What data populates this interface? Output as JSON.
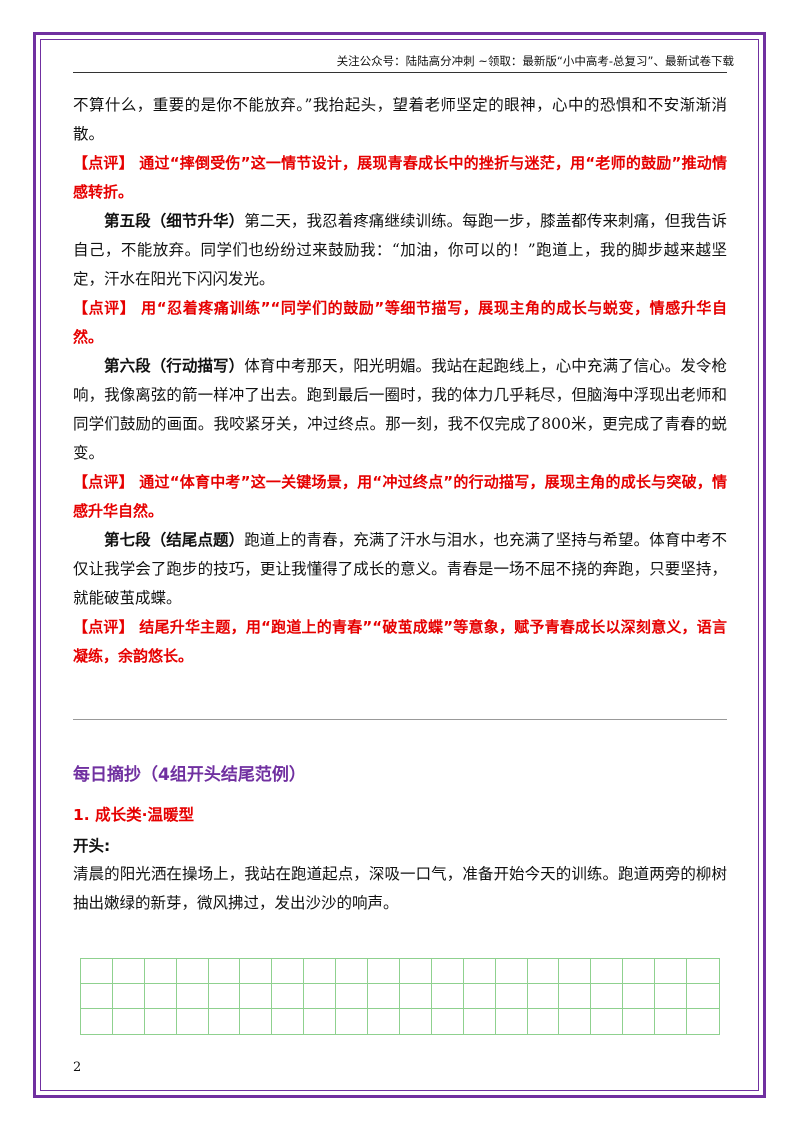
{
  "header": {
    "text": "关注公众号：陆陆高分冲刺  ~领取：最新版“小中高考-总复习”、最新试卷下载"
  },
  "body": {
    "p1": "不算什么，重要的是你不能放弃。”我抬起头，望着老师坚定的眼神，心中的恐惧和不安渐渐消散。",
    "c1": "【点评】 通过“摔倒受伤”这一情节设计，展现青春成长中的挫折与迷茫，用“老师的鼓励”推动情感转折。",
    "p2_lead": "第五段（细节升华）",
    "p2": "第二天，我忍着疼痛继续训练。每跑一步，膝盖都传来刺痛，但我告诉自己，不能放弃。同学们也纷纷过来鼓励我：“加油，你可以的！”跑道上，我的脚步越来越坚定，汗水在阳光下闪闪发光。",
    "c2": "【点评】 用“忍着疼痛训练”“同学们的鼓励”等细节描写，展现主角的成长与蜕变，情感升华自然。",
    "p3_lead": "第六段（行动描写）",
    "p3": "体育中考那天，阳光明媚。我站在起跑线上，心中充满了信心。发令枪响，我像离弦的箭一样冲了出去。跑到最后一圈时，我的体力几乎耗尽，但脑海中浮现出老师和同学们鼓励的画面。我咬紧牙关，冲过终点。那一刻，我不仅完成了800米，更完成了青春的蜕变。",
    "c3": "【点评】 通过“体育中考”这一关键场景，用“冲过终点”的行动描写，展现主角的成长与突破，情感升华自然。",
    "p4_lead": "第七段（结尾点题）",
    "p4": "跑道上的青春，充满了汗水与泪水，也充满了坚持与希望。体育中考不仅让我学会了跑步的技巧，更让我懂得了成长的意义。青春是一场不屈不挠的奔跑，只要坚持，就能破茧成蝶。",
    "c4": "【点评】 结尾升华主题，用“跑道上的青春”“破茧成蝶”等意象，赋予青春成长以深刻意义，语言凝练，余韵悠长。"
  },
  "section": {
    "title": "每日摘抄（4组开头结尾范例）",
    "subtitle": "1. 成长类·温暖型",
    "label": "开头:",
    "opening": "清晨的阳光洒在操场上，我站在跑道起点，深吸一口气，准备开始今天的训练。跑道两旁的柳树抽出嫩绿的新芽，微风拂过，发出沙沙的响声。"
  },
  "page_number": "2",
  "colors": {
    "frame": "#7030a0",
    "comment": "#e60000",
    "title": "#7030a0",
    "grid": "#8fd18f"
  }
}
